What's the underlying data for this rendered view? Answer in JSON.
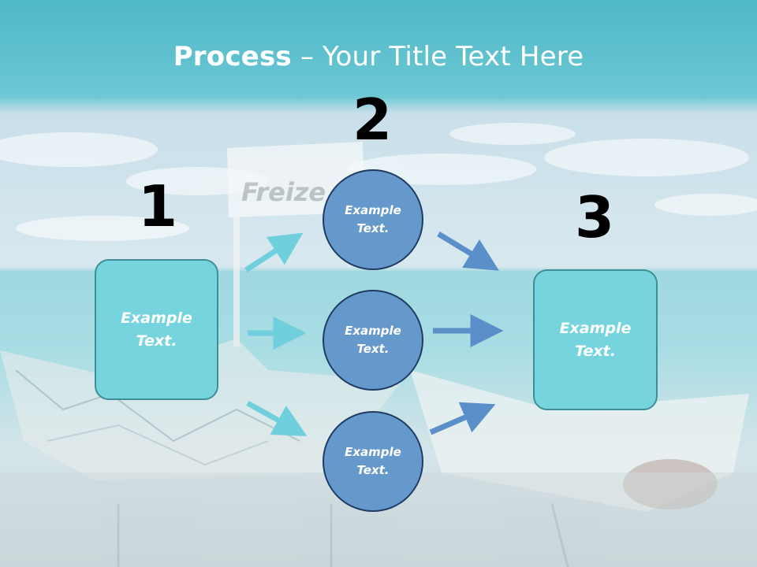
{
  "title": {
    "bold": "Process",
    "rest": " – Your Title Text Here"
  },
  "background_flag_text": "Freize",
  "steps": [
    {
      "number": "1",
      "text": "Example Text."
    },
    {
      "number": "2",
      "text": ""
    },
    {
      "number": "3",
      "text": "Example Text."
    }
  ],
  "circles": [
    {
      "text": "Example Text."
    },
    {
      "text": "Example Text."
    },
    {
      "text": "Example Text."
    }
  ],
  "colors": {
    "box_fill": "#76d4de",
    "circle_fill": "#6599cc",
    "arrow_teal": "#6fcfdc",
    "arrow_blue": "#5b8fc9"
  }
}
